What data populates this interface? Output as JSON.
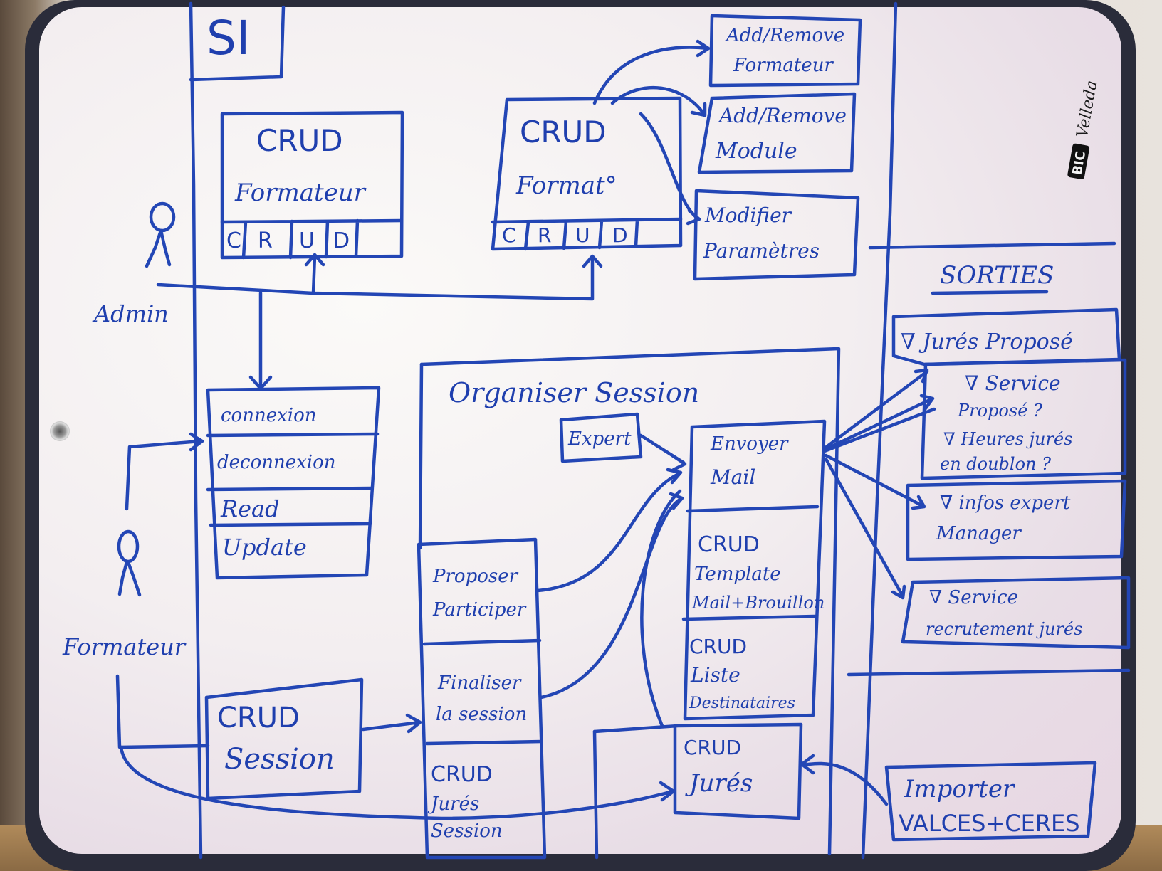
{
  "diagram": {
    "si_label": "SI",
    "sorties_label": "SORTIES",
    "actors": {
      "admin": "Admin",
      "formateur": "Formateur"
    },
    "crud_formateur": {
      "title": "CRUD",
      "subtitle": "Formateur",
      "cells": [
        "C",
        "R",
        "U",
        "D"
      ]
    },
    "crud_formation": {
      "title": "CRUD",
      "subtitle": "Format°",
      "cells": [
        "C",
        "R",
        "U",
        "D"
      ]
    },
    "formation_actions": [
      [
        "Add/Remove",
        "Formateur"
      ],
      [
        "Add/Remove",
        "Module"
      ],
      [
        "Modifier",
        "Paramètres"
      ]
    ],
    "user_actions": [
      "connexion",
      "deconnexion",
      "Read",
      "Update"
    ],
    "crud_session": [
      "CRUD",
      "Session"
    ],
    "organiser_session": {
      "title": "Organiser Session",
      "left_items": [
        [
          "Proposer",
          "Participer"
        ],
        [
          "Finaliser",
          "la session"
        ],
        [
          "CRUD",
          "Jurés",
          "Session"
        ]
      ],
      "expert": "Expert",
      "right_items": [
        [
          "Envoyer",
          "Mail"
        ],
        [
          "CRUD",
          "Template",
          "Mail+Brouillon"
        ],
        [
          "CRUD",
          "Liste",
          "Destinataires"
        ]
      ]
    },
    "crud_jures": [
      "CRUD",
      "Jurés"
    ],
    "importer": [
      "Importer",
      "VALCES+CERES"
    ],
    "sorties": {
      "outer": "∇ Jurés Proposé",
      "items": [
        [
          "∇ Service",
          "Proposé ?"
        ],
        [
          "∇ Heures jurés",
          "en doublon ?"
        ],
        [
          "∇ infos expert",
          "Manager"
        ],
        [
          "∇ Service",
          "recrutement jurés"
        ]
      ]
    },
    "brand": [
      "BIC",
      "Velleda"
    ]
  }
}
